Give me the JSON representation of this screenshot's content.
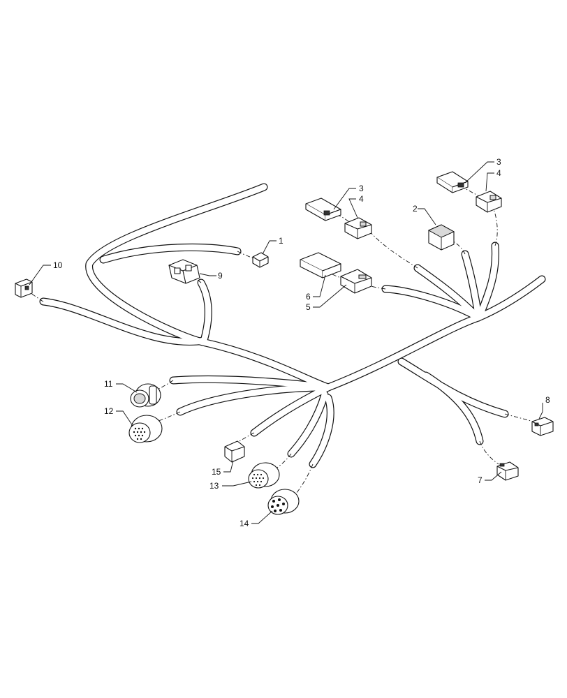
{
  "diagram": {
    "callouts": [
      {
        "id": "c1",
        "label": "1"
      },
      {
        "id": "c2",
        "label": "2"
      },
      {
        "id": "c3a",
        "label": "3"
      },
      {
        "id": "c3b",
        "label": "3"
      },
      {
        "id": "c4a",
        "label": "4"
      },
      {
        "id": "c4b",
        "label": "4"
      },
      {
        "id": "c5",
        "label": "5"
      },
      {
        "id": "c6",
        "label": "6"
      },
      {
        "id": "c7",
        "label": "7"
      },
      {
        "id": "c8",
        "label": "8"
      },
      {
        "id": "c9",
        "label": "9"
      },
      {
        "id": "c10",
        "label": "10"
      },
      {
        "id": "c11",
        "label": "11"
      },
      {
        "id": "c12",
        "label": "12"
      },
      {
        "id": "c13",
        "label": "13"
      },
      {
        "id": "c14",
        "label": "14"
      },
      {
        "id": "c15",
        "label": "15"
      }
    ]
  }
}
